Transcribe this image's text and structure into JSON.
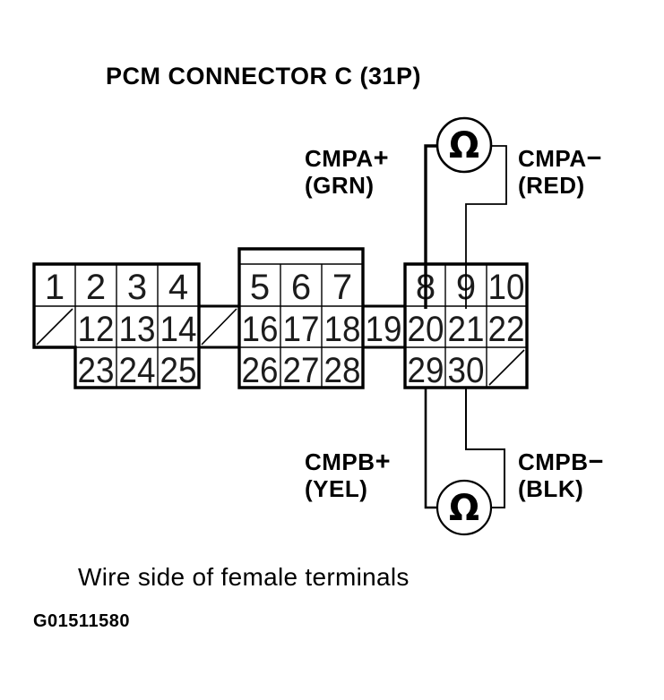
{
  "title": "PCM CONNECTOR C (31P)",
  "caption": "Wire side of female terminals",
  "figure_id": "G01511580",
  "meter": {
    "symbol": "Ω"
  },
  "labels": {
    "cmpa_plus": {
      "name": "CMPA",
      "sign": "+",
      "wire_color": "(GRN)"
    },
    "cmpa_minus": {
      "name": "CMPA",
      "sign": "−",
      "wire_color": "(RED)"
    },
    "cmpb_plus": {
      "name": "CMPB",
      "sign": "+",
      "wire_color": "(YEL)"
    },
    "cmpb_minus": {
      "name": "CMPB",
      "sign": "−",
      "wire_color": "(BLK)"
    }
  },
  "connector": {
    "pins": [
      "1",
      "2",
      "3",
      "4",
      "12",
      "13",
      "14",
      "23",
      "24",
      "25",
      "5",
      "6",
      "7",
      "16",
      "17",
      "18",
      "26",
      "27",
      "28",
      "19",
      "8",
      "9",
      "10",
      "20",
      "21",
      "22",
      "29",
      "30"
    ]
  },
  "colors": {
    "ink": "#000000",
    "background": "#ffffff"
  }
}
